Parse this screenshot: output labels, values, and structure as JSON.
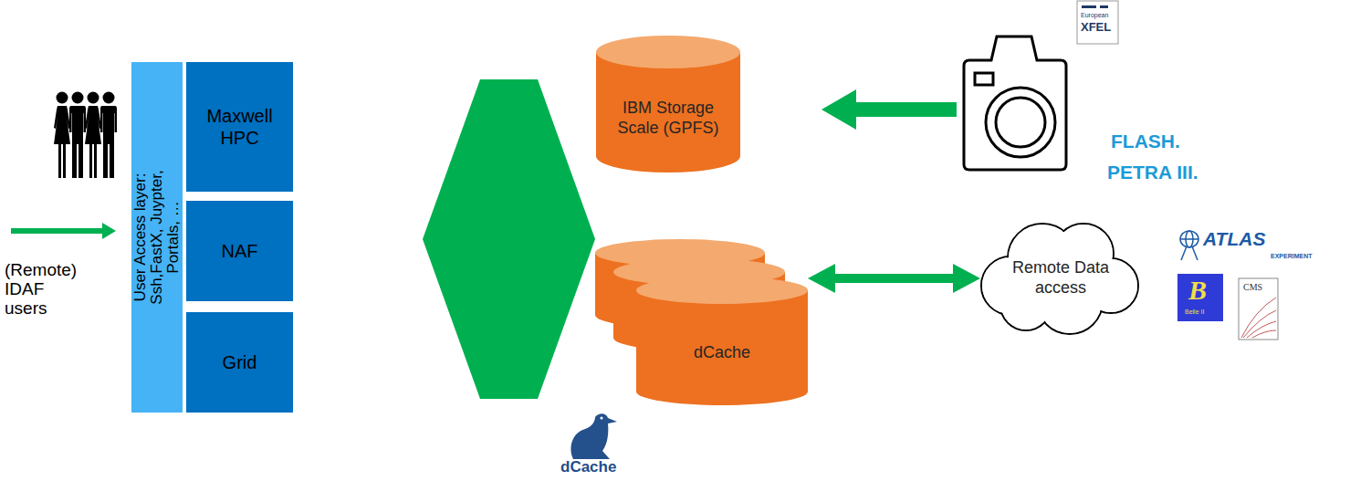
{
  "diagram": {
    "nodes": [
      {
        "text": [
          "User Access layer: Ssh,FastX, Juypter, Portals, …"
        ]
      },
      {
        "text": [
          "Maxwell HPC"
        ]
      },
      {
        "text": [
          "NAF"
        ]
      },
      {
        "text": [
          "Grid"
        ]
      },
      {
        "text": [
          "IBM Storage Scale (GPFS)"
        ]
      },
      {
        "text": [
          "dCache"
        ]
      },
      {
        "text": [
          "Remote Data access"
        ]
      }
    ],
    "edges": [
      {
        "from": 2,
        "to": 5,
        "arrow": "both"
      },
      {
        "from": 5,
        "to": 6,
        "arrow": "both"
      }
    ],
    "labels": [
      "(Remote) IDAF users",
      "European",
      "XFEL",
      "FLASH.",
      "PETRA III.",
      "ATLAS",
      "EXPERIMENT",
      "B",
      "Belle II",
      "CMS",
      "dCache"
    ]
  }
}
